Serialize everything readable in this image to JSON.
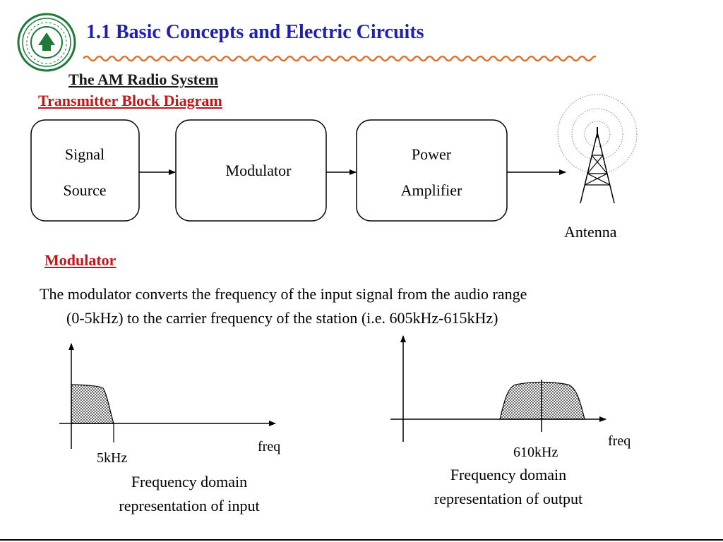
{
  "header": {
    "title": "1.1 Basic Concepts and Electric Circuits",
    "title_color": "#1f1fb5",
    "logo_icon": "university-seal-icon",
    "logo_color": "#1f7a3a"
  },
  "section": {
    "subtitle": "The AM Radio System",
    "diagram_title": "Transmitter Block Diagram"
  },
  "blocks": {
    "signal_source": [
      "Signal",
      "Source"
    ],
    "modulator": "Modulator",
    "power_amplifier": [
      "Power",
      "Amplifier"
    ],
    "antenna": "Antenna"
  },
  "modulator_section": {
    "heading": "Modulator",
    "line1": "The modulator converts the frequency of the input signal from the audio range",
    "line2": "(0-5kHz) to the carrier frequency of the station (i.e. 605kHz-615kHz)"
  },
  "input_plot": {
    "freq_label": "freq",
    "tick_label": "5kHz",
    "caption": [
      "Frequency domain",
      "representation of input"
    ]
  },
  "output_plot": {
    "freq_label": "freq",
    "tick_label": "610kHz",
    "caption": [
      "Frequency domain",
      "representation of output"
    ]
  },
  "accent_red": "#c01818"
}
